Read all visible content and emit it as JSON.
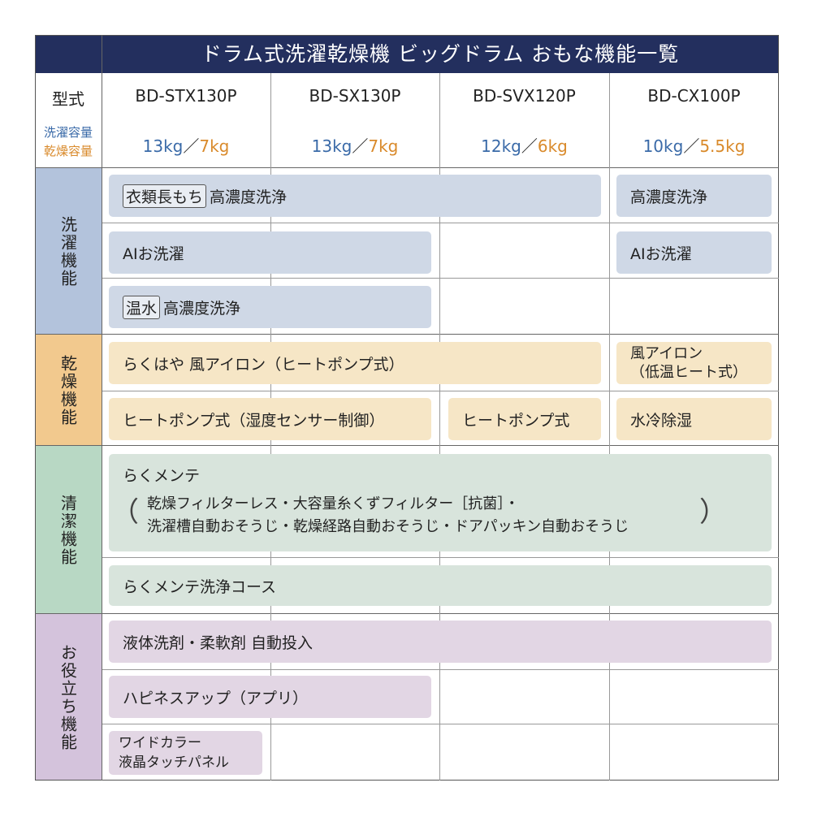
{
  "title": "ドラム式洗濯乾燥機 ビッグドラム おもな機能一覧",
  "header": {
    "model_label": "型式",
    "wash_capacity_label": "洗濯容量",
    "dry_capacity_label": "乾燥容量",
    "sep": "／",
    "models": [
      {
        "name": "BD-STX130P",
        "wash": "13kg",
        "dry": "7kg"
      },
      {
        "name": "BD-SX130P",
        "wash": "13kg",
        "dry": "7kg"
      },
      {
        "name": "BD-SVX120P",
        "wash": "12kg",
        "dry": "6kg"
      },
      {
        "name": "BD-CX100P",
        "wash": "10kg",
        "dry": "5.5kg"
      }
    ]
  },
  "categories": {
    "wash": "洗濯機能",
    "dry": "乾燥機能",
    "clean": "清潔機能",
    "util": "お役立ち機能"
  },
  "wash": {
    "r1_tag": "衣類長もち",
    "r1_text": "高濃度洗浄",
    "r1_cx": "高濃度洗浄",
    "r2_text": "AIお洗濯",
    "r2_cx": "AIお洗濯",
    "r3_tag": "温水",
    "r3_text": "高濃度洗浄"
  },
  "dry": {
    "r1_text": "らくはや 風アイロン（ヒートポンプ式）",
    "r1_cx_line1": "風アイロン",
    "r1_cx_line2": "（低温ヒート式）",
    "r2_text": "ヒートポンプ式（湿度センサー制御）",
    "r2_svx": "ヒートポンプ式",
    "r2_cx": "水冷除湿"
  },
  "clean": {
    "r1_title": "らくメンテ",
    "r1_line1": "乾燥フィルターレス・大容量糸くずフィルター［抗菌］・",
    "r1_line2": "洗濯槽自動おそうじ・乾燥経路自動おそうじ・ドアパッキン自動おそうじ",
    "paren_open": "（",
    "paren_close": "）",
    "r2_text": "らくメンテ洗浄コース"
  },
  "util": {
    "r1_text": "液体洗剤・柔軟剤 自動投入",
    "r2_text": "ハピネスアップ（アプリ）",
    "r3_line1": "ワイドカラー",
    "r3_line2": "液晶タッチパネル"
  },
  "colors": {
    "title_bg": "#232f5e",
    "wash_cat": "#b3c3dc",
    "dry_cat": "#f2c98e",
    "clean_cat": "#b8d8c4",
    "util_cat": "#d4c3dc",
    "wash_capacity": "#3a6aa8",
    "dry_capacity": "#d98a2b"
  }
}
